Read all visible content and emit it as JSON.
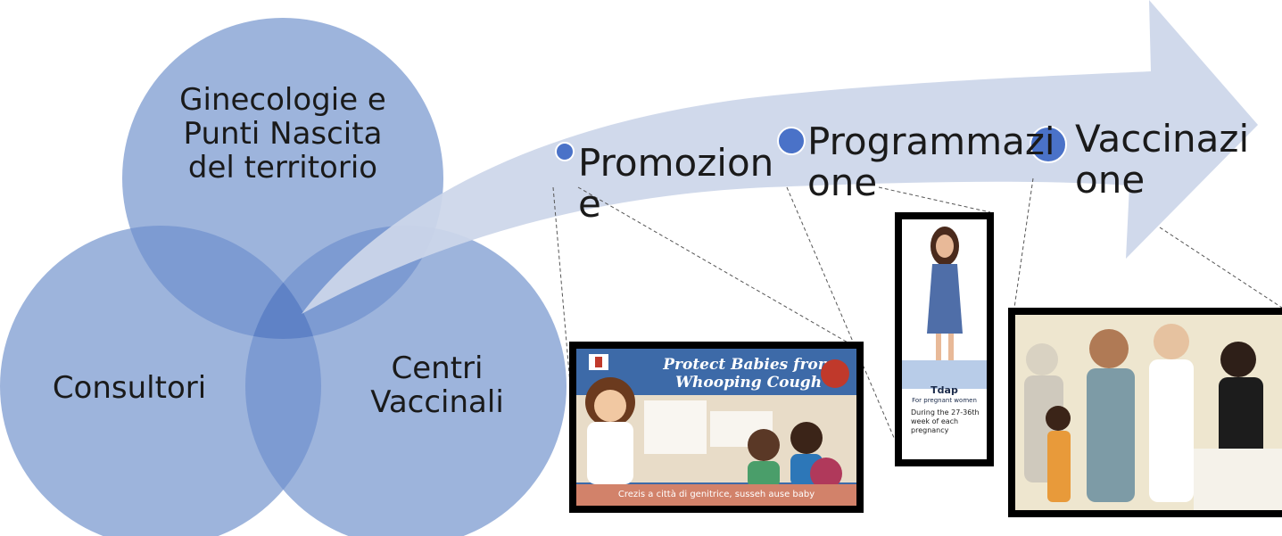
{
  "venn": {
    "top": "Ginecologie e Punti Nascita del territorio",
    "top_lines": [
      "Ginecologie e",
      "Punti Nascita",
      "del territorio"
    ],
    "left": "Consultori",
    "right_lines": [
      "Centri",
      "Vaccinali"
    ],
    "colors": {
      "circle": "#9db4dc",
      "overlap": "#7d9bd2",
      "center": "#5f82c6"
    }
  },
  "steps": [
    {
      "lines": [
        "Promozion",
        "e"
      ]
    },
    {
      "lines": [
        "Programmazi",
        "one"
      ]
    },
    {
      "lines": [
        "Vaccinazi",
        "one"
      ]
    }
  ],
  "arrow_color": "#ccd6ea",
  "dot_color": "#4a72c8",
  "images": {
    "poster": {
      "title_lines": [
        "Protect Babies from",
        "Whooping Cough"
      ],
      "footer": "Crezis a città di genitrice, susseh ause baby"
    },
    "leaflet": {
      "title": "Tdap",
      "subtitle": "For pregnant women",
      "bullet": "During the 27-36th week of each pregnancy"
    }
  }
}
